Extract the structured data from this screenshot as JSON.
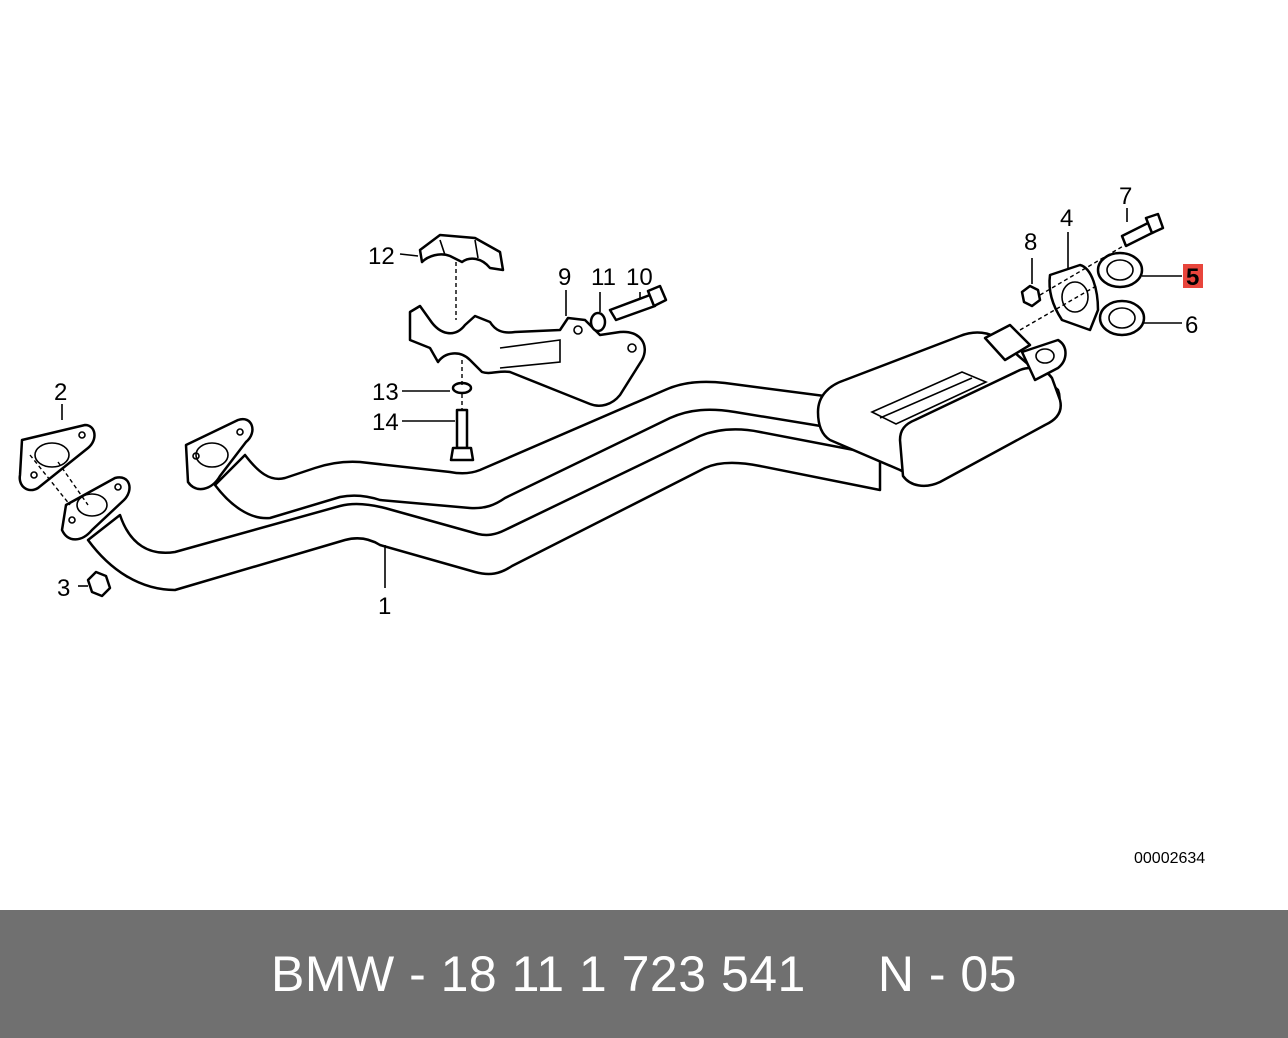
{
  "diagram": {
    "drawing_number": "00002634",
    "highlight_color": "#e8453c",
    "callouts": [
      {
        "id": "1",
        "label": "1"
      },
      {
        "id": "2",
        "label": "2"
      },
      {
        "id": "3",
        "label": "3"
      },
      {
        "id": "4",
        "label": "4"
      },
      {
        "id": "5",
        "label": "5",
        "highlighted": true
      },
      {
        "id": "6",
        "label": "6"
      },
      {
        "id": "7",
        "label": "7"
      },
      {
        "id": "8",
        "label": "8"
      },
      {
        "id": "9",
        "label": "9"
      },
      {
        "id": "10",
        "label": "10"
      },
      {
        "id": "11",
        "label": "11"
      },
      {
        "id": "12",
        "label": "12"
      },
      {
        "id": "13",
        "label": "13"
      },
      {
        "id": "14",
        "label": "14"
      }
    ]
  },
  "footer": {
    "text": "BMW - 18 11 1 723 541     N - 05",
    "background": "#707070"
  }
}
